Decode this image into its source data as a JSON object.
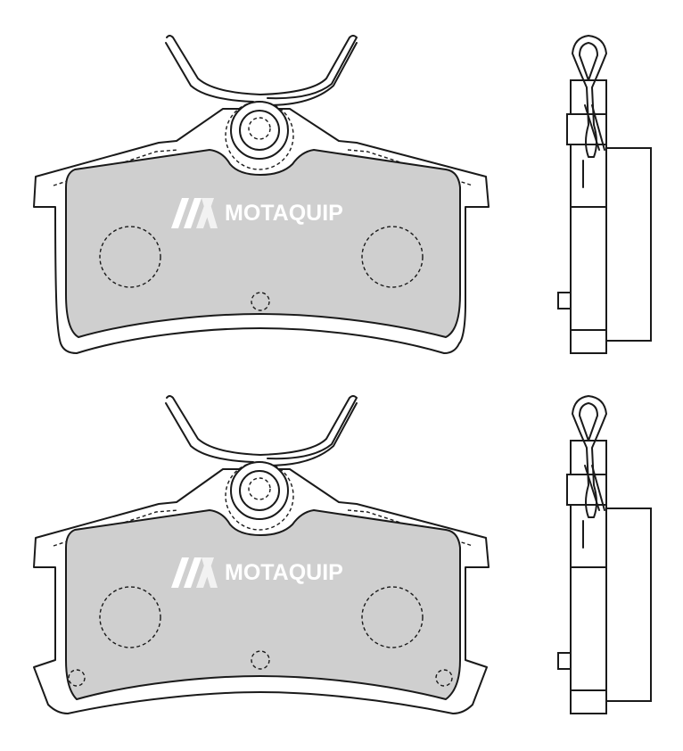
{
  "brand": {
    "name": "MOTAQUIP",
    "text_color": "#ffffff",
    "logo_colors": [
      "#ffffff",
      "#f2f2f2"
    ]
  },
  "colors": {
    "friction_material": "#cfcfcf",
    "backing_plate": "#ffffff",
    "outline": "#1a1a1a"
  },
  "views": [
    {
      "id": "pad-top",
      "kind": "front-view",
      "variant": "without-lower-holes"
    },
    {
      "id": "pad-bottom",
      "kind": "front-view",
      "variant": "with-lower-holes"
    },
    {
      "id": "side-top",
      "kind": "side-view"
    },
    {
      "id": "side-bottom",
      "kind": "side-view"
    }
  ]
}
